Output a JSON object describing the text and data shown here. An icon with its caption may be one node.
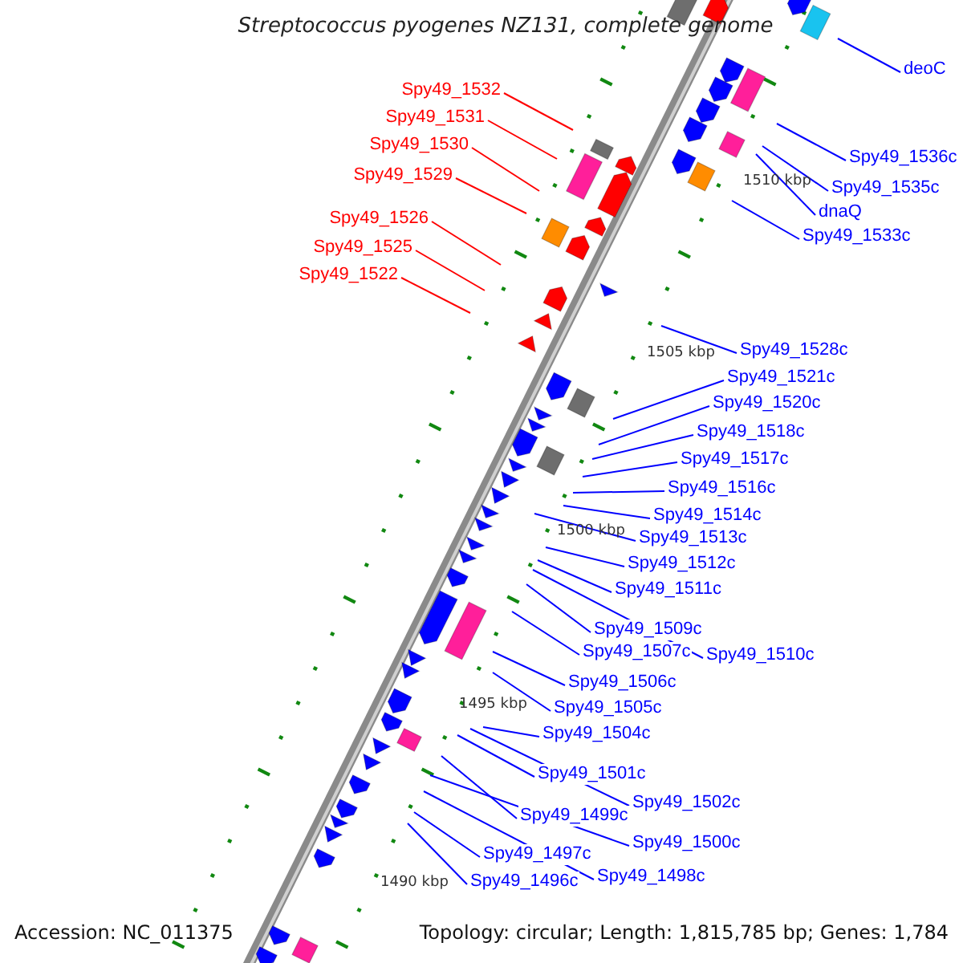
{
  "diagram": {
    "title": "Streptococcus pyogenes NZ131, complete genome",
    "nodes": [
      {
        "text": [
          "deoC"
        ]
      },
      {
        "text": [
          "Spy49_1532"
        ]
      },
      {
        "text": [
          "Spy49_1531"
        ]
      },
      {
        "text": [
          "Spy49_1530"
        ]
      },
      {
        "text": [
          "Spy49_1536c"
        ]
      },
      {
        "text": [
          "Spy49_1529"
        ]
      },
      {
        "text": [
          "Spy49_1535c"
        ]
      },
      {
        "text": [
          "dnaQ"
        ]
      },
      {
        "text": [
          "Spy49_1526"
        ]
      },
      {
        "text": [
          "Spy49_1533c"
        ]
      },
      {
        "text": [
          "Spy49_1525"
        ]
      },
      {
        "text": [
          "Spy49_1522"
        ]
      },
      {
        "text": [
          "Spy49_1528c"
        ]
      },
      {
        "text": [
          "Spy49_1521c"
        ]
      },
      {
        "text": [
          "Spy49_1520c"
        ]
      },
      {
        "text": [
          "Spy49_1518c"
        ]
      },
      {
        "text": [
          "Spy49_1517c"
        ]
      },
      {
        "text": [
          "Spy49_1516c"
        ]
      },
      {
        "text": [
          "Spy49_1514c"
        ]
      },
      {
        "text": [
          "Spy49_1513c"
        ]
      },
      {
        "text": [
          "Spy49_1512c"
        ]
      },
      {
        "text": [
          "Spy49_1511c"
        ]
      },
      {
        "text": [
          "Spy49_1509c"
        ]
      },
      {
        "text": [
          "Spy49_1507c"
        ]
      },
      {
        "text": [
          "Spy49_1510c"
        ]
      },
      {
        "text": [
          "Spy49_1506c"
        ]
      },
      {
        "text": [
          "Spy49_1505c"
        ]
      },
      {
        "text": [
          "Spy49_1504c"
        ]
      },
      {
        "text": [
          "Spy49_1501c"
        ]
      },
      {
        "text": [
          "Spy49_1502c"
        ]
      },
      {
        "text": [
          "Spy49_1499c"
        ]
      },
      {
        "text": [
          "Spy49_1500c"
        ]
      },
      {
        "text": [
          "Spy49_1497c"
        ]
      },
      {
        "text": [
          "Spy49_1498c"
        ]
      },
      {
        "text": [
          "Spy49_1496c"
        ]
      }
    ],
    "edges": [
      {
        "from": 0,
        "to": null,
        "arrow": "none"
      },
      {
        "from": 1,
        "to": null,
        "arrow": "none",
        "color": "#ff0000"
      },
      {
        "from": 2,
        "to": null,
        "arrow": "none",
        "color": "#ff0000"
      },
      {
        "from": 3,
        "to": null,
        "arrow": "none",
        "color": "#ff0000"
      },
      {
        "from": 4,
        "to": null,
        "arrow": "none"
      },
      {
        "from": 5,
        "to": null,
        "arrow": "none",
        "color": "#ff0000"
      },
      {
        "from": 6,
        "to": null,
        "arrow": "none"
      },
      {
        "from": 7,
        "to": null,
        "arrow": "none"
      },
      {
        "from": 8,
        "to": null,
        "arrow": "none",
        "color": "#ff0000"
      },
      {
        "from": 9,
        "to": null,
        "arrow": "none"
      },
      {
        "from": 10,
        "to": null,
        "arrow": "none",
        "color": "#ff0000"
      },
      {
        "from": 11,
        "to": null,
        "arrow": "none",
        "color": "#ff0000"
      },
      {
        "from": 12,
        "to": null,
        "arrow": "none"
      },
      {
        "from": 13,
        "to": null,
        "arrow": "none"
      },
      {
        "from": 14,
        "to": null,
        "arrow": "none"
      },
      {
        "from": 15,
        "to": null,
        "arrow": "none"
      },
      {
        "from": 16,
        "to": null,
        "arrow": "none"
      },
      {
        "from": 17,
        "to": null,
        "arrow": "none"
      },
      {
        "from": 18,
        "to": null,
        "arrow": "none"
      },
      {
        "from": 19,
        "to": null,
        "arrow": "none"
      },
      {
        "from": 20,
        "to": null,
        "arrow": "none"
      },
      {
        "from": 21,
        "to": null,
        "arrow": "none"
      },
      {
        "from": 22,
        "to": null,
        "arrow": "none"
      },
      {
        "from": 23,
        "to": null,
        "arrow": "none"
      },
      {
        "from": 24,
        "to": null,
        "arrow": "none"
      },
      {
        "from": 25,
        "to": null,
        "arrow": "none"
      },
      {
        "from": 26,
        "to": null,
        "arrow": "none"
      },
      {
        "from": 27,
        "to": null,
        "arrow": "none"
      },
      {
        "from": 28,
        "to": null,
        "arrow": "none"
      },
      {
        "from": 29,
        "to": null,
        "arrow": "none"
      },
      {
        "from": 30,
        "to": null,
        "arrow": "none"
      },
      {
        "from": 31,
        "to": null,
        "arrow": "none"
      },
      {
        "from": 32,
        "to": null,
        "arrow": "none"
      },
      {
        "from": 33,
        "to": null,
        "arrow": "none"
      },
      {
        "from": 34,
        "to": null,
        "arrow": "none"
      }
    ],
    "labels": [
      "1510 kbp",
      "1505 kbp",
      "1500 kbp",
      "1495 kbp",
      "1490 kbp",
      "Accession: NC_011375",
      "Topology: circular; Length: 1,815,785 bp; Genes: 1,784"
    ]
  }
}
